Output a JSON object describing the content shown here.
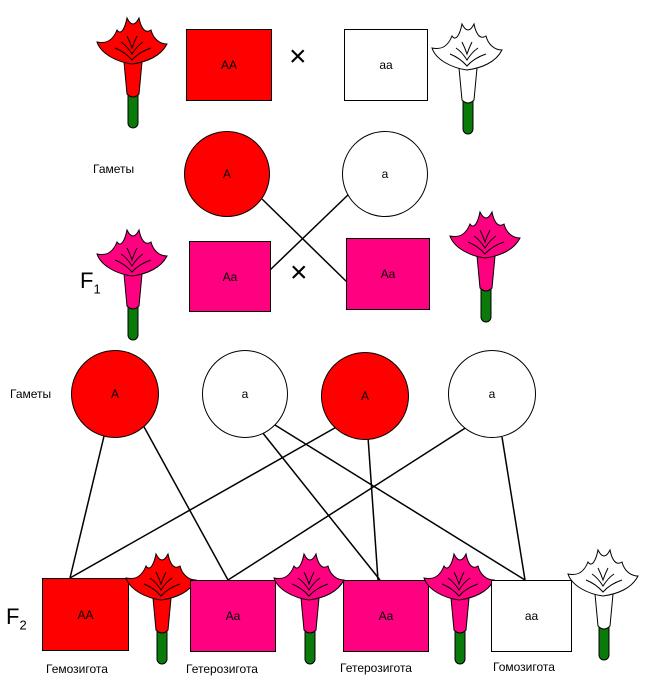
{
  "colors": {
    "dominant": "#ff0000",
    "hetero": "#ff0080",
    "recessive": "#ffffff",
    "stem": "#0a7a0a",
    "outline": "#000000"
  },
  "icons": {
    "flower": "flower-icon",
    "cross": "cross-symbol"
  },
  "parents": {
    "left_genotype": "AA",
    "right_genotype": "aa",
    "cross": "×"
  },
  "gametes1": {
    "label": "Гаметы",
    "left": "A",
    "right": "a"
  },
  "f1": {
    "label": "F",
    "sub": "1",
    "left_genotype": "Aa",
    "right_genotype": "Aa",
    "cross": "×"
  },
  "gametes2": {
    "label": "Гаметы",
    "items": [
      "A",
      "a",
      "A",
      "a"
    ]
  },
  "f2": {
    "label": "F",
    "sub": "2",
    "genotypes": [
      "AA",
      "Aa",
      "Aa",
      "aa"
    ],
    "captions": [
      "Гемозигота",
      "Гетерозигота",
      "Гетерозигота",
      "Гомозигота"
    ]
  }
}
